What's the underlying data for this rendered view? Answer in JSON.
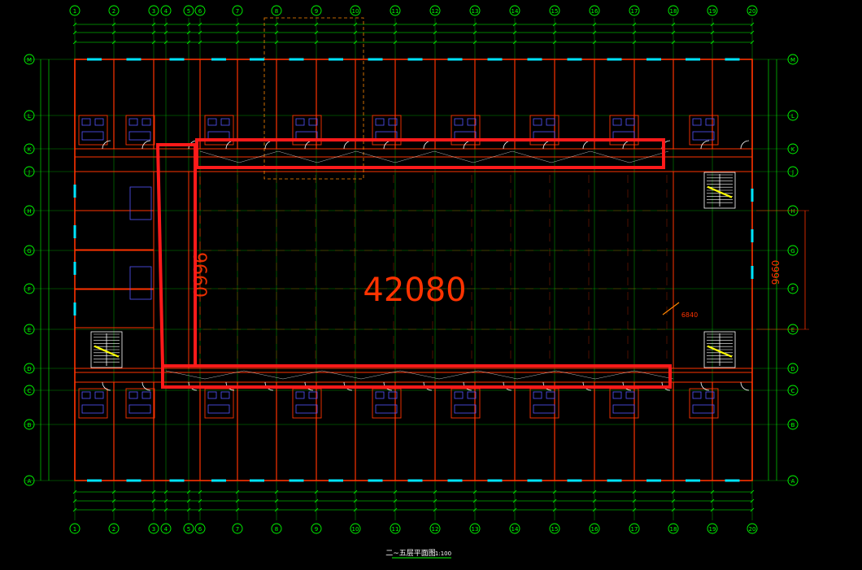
{
  "drawing": {
    "title": "二~五层平面图",
    "scale": "1:100",
    "annotations": {
      "courtyard_length": "42080",
      "courtyard_width": "9660",
      "stair_offset": "6840"
    },
    "column_axes": [
      "1",
      "2",
      "3",
      "4",
      "5",
      "6",
      "7",
      "8",
      "9",
      "10",
      "11",
      "12",
      "13",
      "14",
      "15",
      "16",
      "17",
      "18",
      "19",
      "20"
    ],
    "row_axes": [
      "M",
      "L",
      "K",
      "J",
      "H",
      "G",
      "F",
      "E",
      "D",
      "C",
      "B",
      "A"
    ],
    "colors": {
      "background": "#000000",
      "axis": "#00ff00",
      "wall": "#ff3300",
      "highlight": "#ff1a1a",
      "door": "#ffffff",
      "fixture": "#5555ff",
      "window": "#00e5ff",
      "stair": "#ffff00",
      "annotation": "#ff3300"
    }
  }
}
